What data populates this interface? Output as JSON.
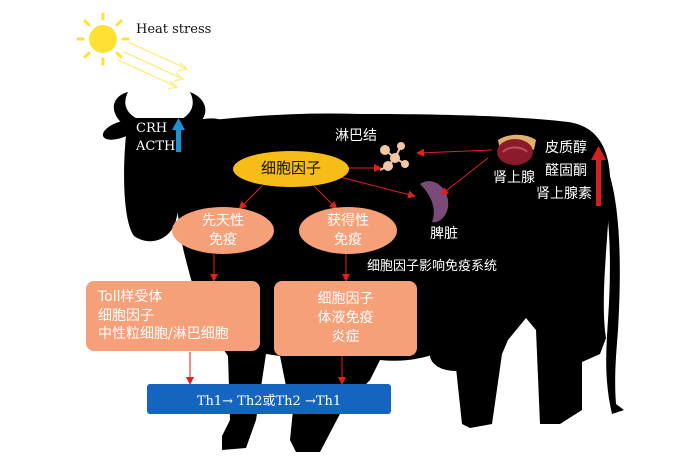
{
  "heat_stress": "Heat stress",
  "hormones_head": {
    "crh": "CRH",
    "acth": "ACTH"
  },
  "lymph_node": "淋巴结",
  "adrenal_gland": "肾上腺",
  "adrenal_hormones": [
    "皮质醇",
    "醛固酮",
    "肾上腺素"
  ],
  "cytokine": "细胞因子",
  "innate_immunity": [
    "先天性",
    "免疫"
  ],
  "acquired_immunity": [
    "获得性",
    "免疫"
  ],
  "spleen": "脾脏",
  "cytokine_effect": "细胞因子影响免疫系统",
  "innate_box": [
    "Toll样受体",
    "细胞因子",
    "中性粒细胞/淋巴细胞"
  ],
  "acquired_box": [
    "细胞因子",
    "体液免疫",
    "炎症"
  ],
  "th_shift": "Th1→  Th2或Th2 →Th1",
  "colors": {
    "cow": "#000000",
    "cytokine_fill": "#f6bd16",
    "box_fill": "#f6a07a",
    "th_bar": "#1565c0",
    "up_arrow_blue": "#1e90d6",
    "up_arrow_red": "#d62020",
    "connector_red": "#e02020",
    "sun": "#ffe033"
  }
}
